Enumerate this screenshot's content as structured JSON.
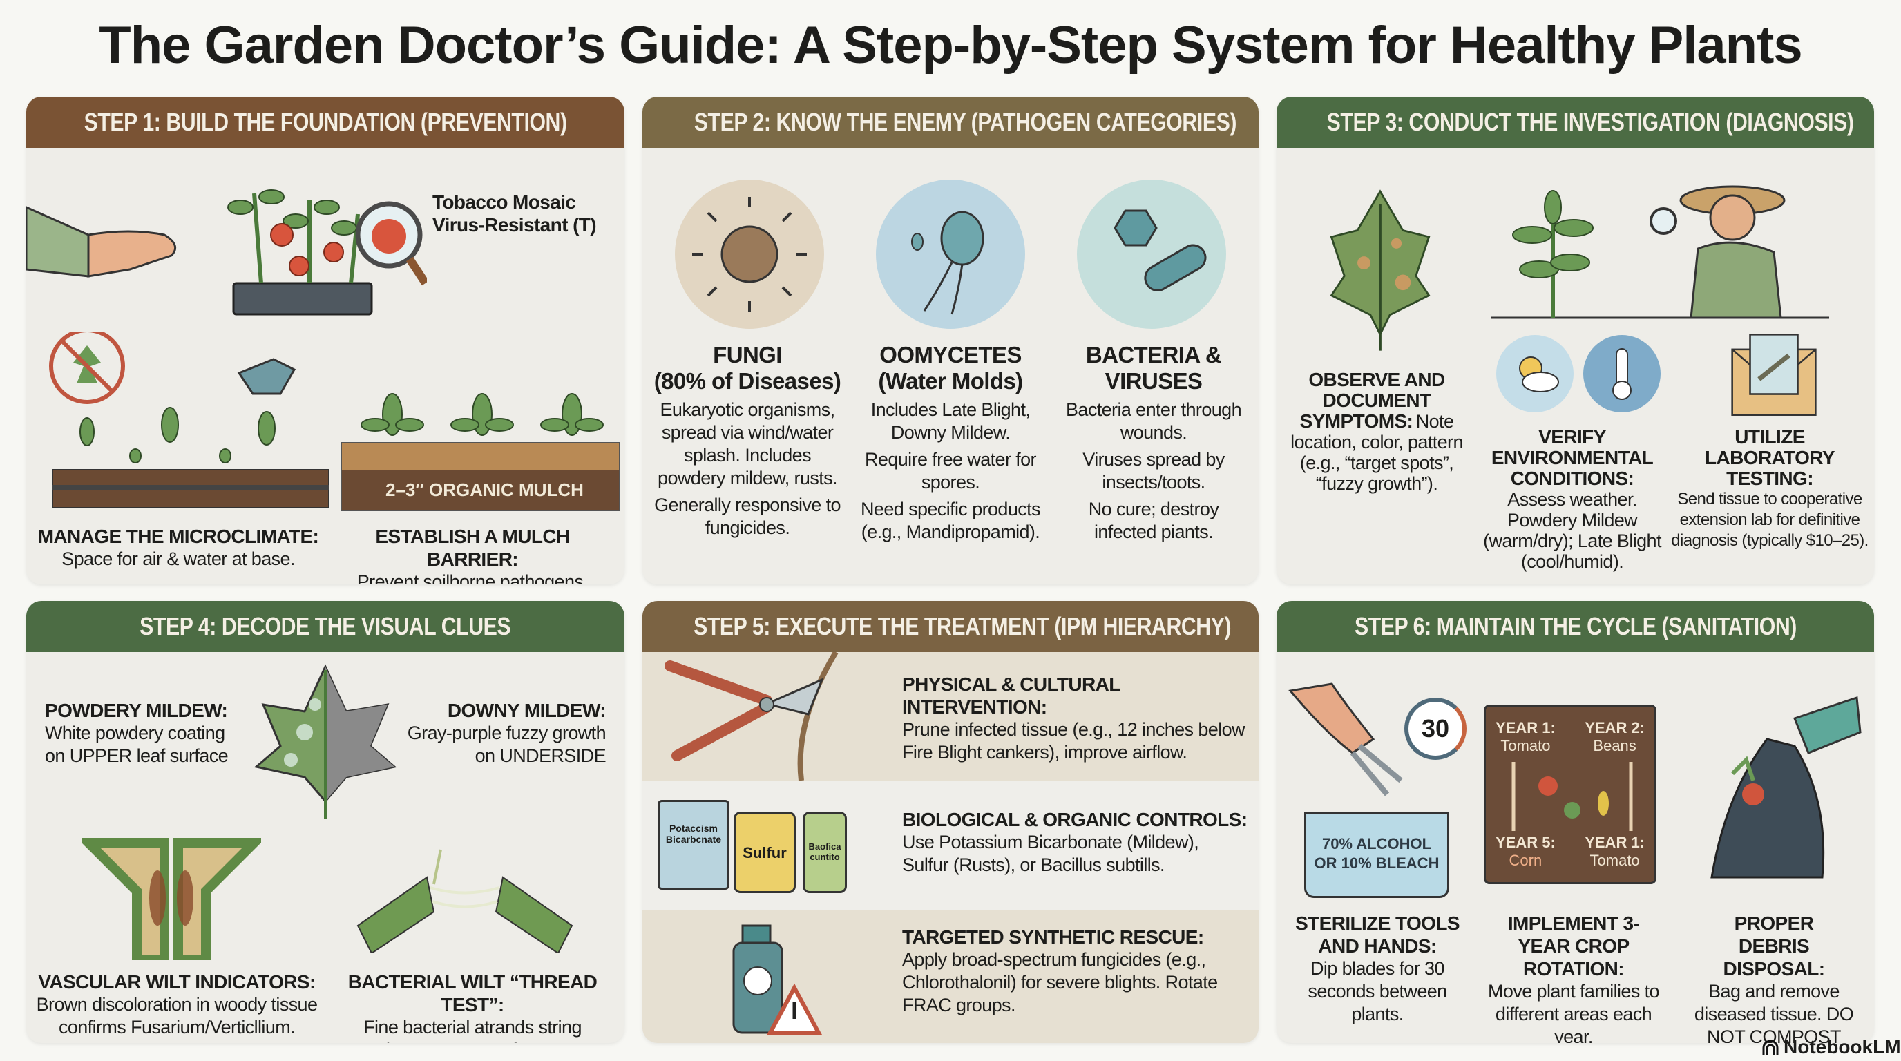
{
  "title": "The Garden Doctor’s Guide: A Step-by-Step System for Healthy Plants",
  "colors": {
    "brown_header": "#7a5334",
    "olive_header": "#7b6a46",
    "green_header": "#4c6c44",
    "panel": "#eeede8"
  },
  "step1": {
    "header": "STEP 1: BUILD THE FOUNDATION (PREVENTION)",
    "callout": [
      "Tobacco Mosaic",
      "Virus-Resistant (T)"
    ],
    "mulch_label": "2–3″ ORGANIC MULCH",
    "items": [
      {
        "title": "MANAGE THE MICROCLIMATE:",
        "body": "Space for air & water at base."
      },
      {
        "title": "ESTABLISH A MULCH BARRIER:",
        "body": "Prevent soilborne pathogens."
      }
    ]
  },
  "step2": {
    "header": "STEP 2: KNOW THE ENEMY (PATHOGEN CATEGORIES)",
    "items": [
      {
        "title1": "FUNGI",
        "title2": "(80% of Diseases)",
        "body1": "Eukaryotic organisms, spread via wind/water splash. Includes powdery mildew, rusts.",
        "body2": "Generally responsive to fungicides."
      },
      {
        "title1": "OOMYCETES",
        "title2": "(Water Molds)",
        "body1": "Includes Late Blight, Downy Mildew.",
        "body2": "Require free water for spores.",
        "body3": "Need specific products (e.g., Mandipropamid)."
      },
      {
        "title1": "BACTERIA &",
        "title2": "VIRUSES",
        "body1": "Bacteria enter through wounds.",
        "body2": "Viruses spread by insects/toots.",
        "body3": "No cure; destroy infected piants."
      }
    ]
  },
  "step3": {
    "header": "STEP 3: CONDUCT THE INVESTIGATION (DIAGNOSIS)",
    "items": [
      {
        "title": "OBSERVE AND DOCUMENT SYMPTOMS:",
        "body": "Note location, color, pattern (e.g., “target spots”, “fuzzy growth”)."
      },
      {
        "title": "VERIFY ENVIRONMENTAL CONDITIONS:",
        "body": "Assess weather. Powdery Mildew (warm/dry); Late Blight (cool/humid)."
      },
      {
        "title": "UTILIZE LABORATORY TESTING:",
        "body": "Send tissue to cooperative extension lab for definitive diagnosis (typically $10–25)."
      }
    ]
  },
  "step4": {
    "header": "STEP 4: DECODE THE VISUAL CLUES",
    "items": [
      {
        "title": "POWDERY MILDEW:",
        "body": "White powdery coating on UPPER leaf surface"
      },
      {
        "title": "DOWNY MILDEW:",
        "body": "Gray-purple fuzzy growth on UNDERSIDE"
      },
      {
        "title": "VASCULAR WILT INDICATORS:",
        "body": "Brown discoloration in woody tissue confirms Fusarium/Verticllium."
      },
      {
        "title": "BACTERIAL WILT “THREAD TEST”:",
        "body": "Fine bacterial atrands string between cut surfaces."
      }
    ]
  },
  "step5": {
    "header": "STEP 5: EXECUTE THE TREATMENT (IPM HIERARCHY)",
    "products": {
      "bag": "Potaccism Bicarbcnate",
      "can": "Sulfur",
      "bottle": "Baofica cuntito"
    },
    "items": [
      {
        "title": "PHYSICAL & CULTURAL INTERVENTION:",
        "body": "Prune infected tissue (e.g., 12 inches below Fire Blight cankers), improve airflow."
      },
      {
        "title": "BIOLOGICAL & ORGANIC CONTROLS:",
        "body": "Use Potassium Bicarbonate (Mildew), Sulfur (Rusts), or Bacillus subtills."
      },
      {
        "title": "TARGETED SYNTHETIC RESCUE:",
        "body": "Apply broad-spectrum fungicides (e.g., Chlorothalonil) for severe blights. Rotate FRAC groups."
      }
    ]
  },
  "step6": {
    "header": "STEP 6: MAINTAIN THE CYCLE (SANITATION)",
    "timer": "30",
    "tub_label": [
      "70% ALCOHOL",
      "OR 10% BLEACH"
    ],
    "rotation": [
      {
        "year": "YEAR 1:",
        "crop": "Tomato"
      },
      {
        "year": "YEAR 2:",
        "crop": "Beans"
      },
      {
        "year": "YEAR 5:",
        "crop": "Corn"
      },
      {
        "year": "YEAR 1:",
        "crop": "Tomato"
      }
    ],
    "items": [
      {
        "title": "STERILIZE TOOLS AND HANDS:",
        "body": "Dip blades for 30 seconds between plants."
      },
      {
        "title": "IMPLEMENT 3-YEAR CROP ROTATION:",
        "body": "Move plant families to different areas each year."
      },
      {
        "title": "PROPER DEBRIS DISPOSAL:",
        "body": "Bag and remove diseased tissue. DO NOT COMPOST INFECTED MATERIAL."
      }
    ]
  },
  "footer": {
    "brand": "NotebookLM"
  }
}
